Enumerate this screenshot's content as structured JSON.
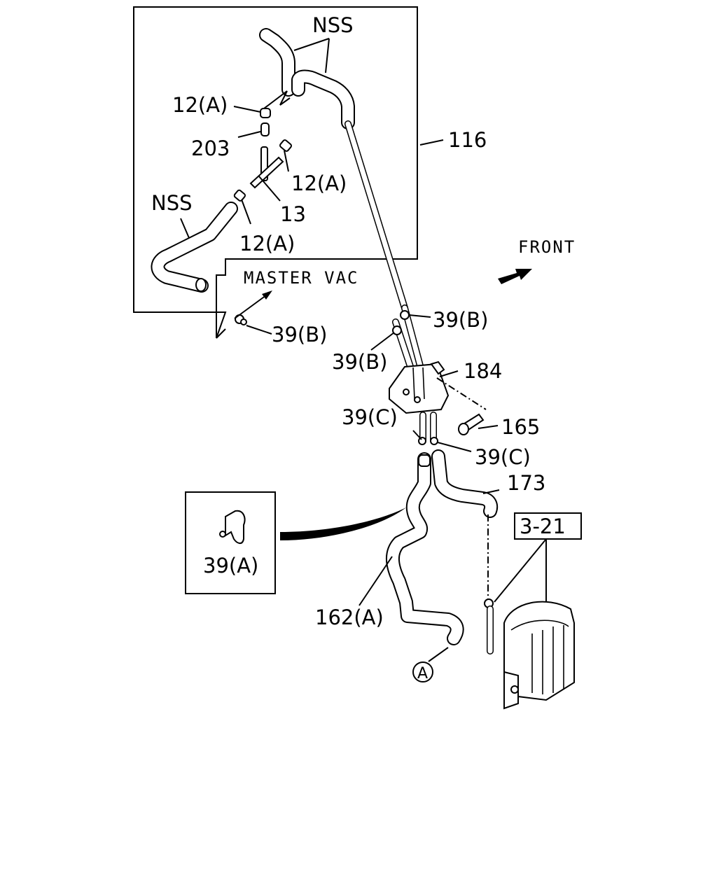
{
  "labels": {
    "nss_top": "NSS",
    "nss_left": "NSS",
    "p12a_top": "12(A)",
    "p203": "203",
    "p116": "116",
    "p12a_mid": "12(A)",
    "p13": "13",
    "p12a_low": "12(A)",
    "front": "FRONT",
    "master_vac": "MASTER VAC",
    "p39b_left": "39(B)",
    "p39b_right": "39(B)",
    "p39b_mid": "39(B)",
    "p184": "184",
    "p39c_left": "39(C)",
    "p165": "165",
    "p39c_right": "39(C)",
    "p173": "173",
    "p3_21": "3-21",
    "p39a": "39(A)",
    "p162a": "162(A)",
    "circle_a": "A"
  },
  "icons": [
    "front-arrow-icon",
    "master-vac-arrow-icon"
  ]
}
